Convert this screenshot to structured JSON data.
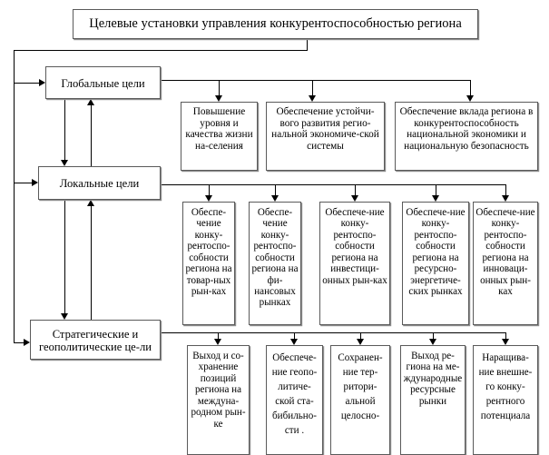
{
  "diagram": {
    "title_box": "Целевые установки  управления конкурентоспособностью региона",
    "levels": [
      {
        "id": "global",
        "label": "Глобальные цели"
      },
      {
        "id": "local",
        "label": "Локальные цели"
      },
      {
        "id": "strategic",
        "label": "Стратегические и геополитические це-ли"
      }
    ],
    "row_global": [
      {
        "id": "g1",
        "label": "Повышение уровня и качества жизни на-селения"
      },
      {
        "id": "g2",
        "label": "Обеспечение устойчи-вого развития регио-нальной экономиче-ской системы"
      },
      {
        "id": "g3",
        "label": "Обеспечение вклада региона в конкурентоспособность национальной экономики и национальную безопасность"
      }
    ],
    "row_local": [
      {
        "id": "l1",
        "label": "Обеспе-чение конку-рентоспо-собности региона на товар-ных рын-ках"
      },
      {
        "id": "l2",
        "label": "Обеспе-чение конку-рентоспо-собности региона на фи-нансовых рынках"
      },
      {
        "id": "l3",
        "label": "Обеспече-ние конку-рентоспо-собности региона на инвестици-онных рын-ках"
      },
      {
        "id": "l4",
        "label": "Обеспече-ние конку-рентоспо-собности региона на ресурсно-энергетиче-ских рынках"
      },
      {
        "id": "l5",
        "label": "Обеспече-ние конку-рентоспо-собности региона на инноваци-онных рын-ках"
      }
    ],
    "row_strategic": [
      {
        "id": "s1",
        "label": "Выход и со-хранение позиций региона на междуна-родном рын-ке"
      },
      {
        "id": "s2",
        "label": "Обеспече-ние геопо-литиче-ской ста-бибильно-сти\n."
      },
      {
        "id": "s3",
        "label": "Сохранен-ние тер-ритори-альной целосно-"
      },
      {
        "id": "s4",
        "label": "Выход ре-гиона на ме-ждународные ресурсные рынки"
      },
      {
        "id": "s5",
        "label": "Наращива-ние внешне-го конку-рентного потенциала"
      }
    ],
    "colors": {
      "box_border": "#5a5a5a",
      "box_shadow": "#8d8d8d",
      "connector": "#000000",
      "background": "#ffffff",
      "text": "#000000"
    }
  }
}
